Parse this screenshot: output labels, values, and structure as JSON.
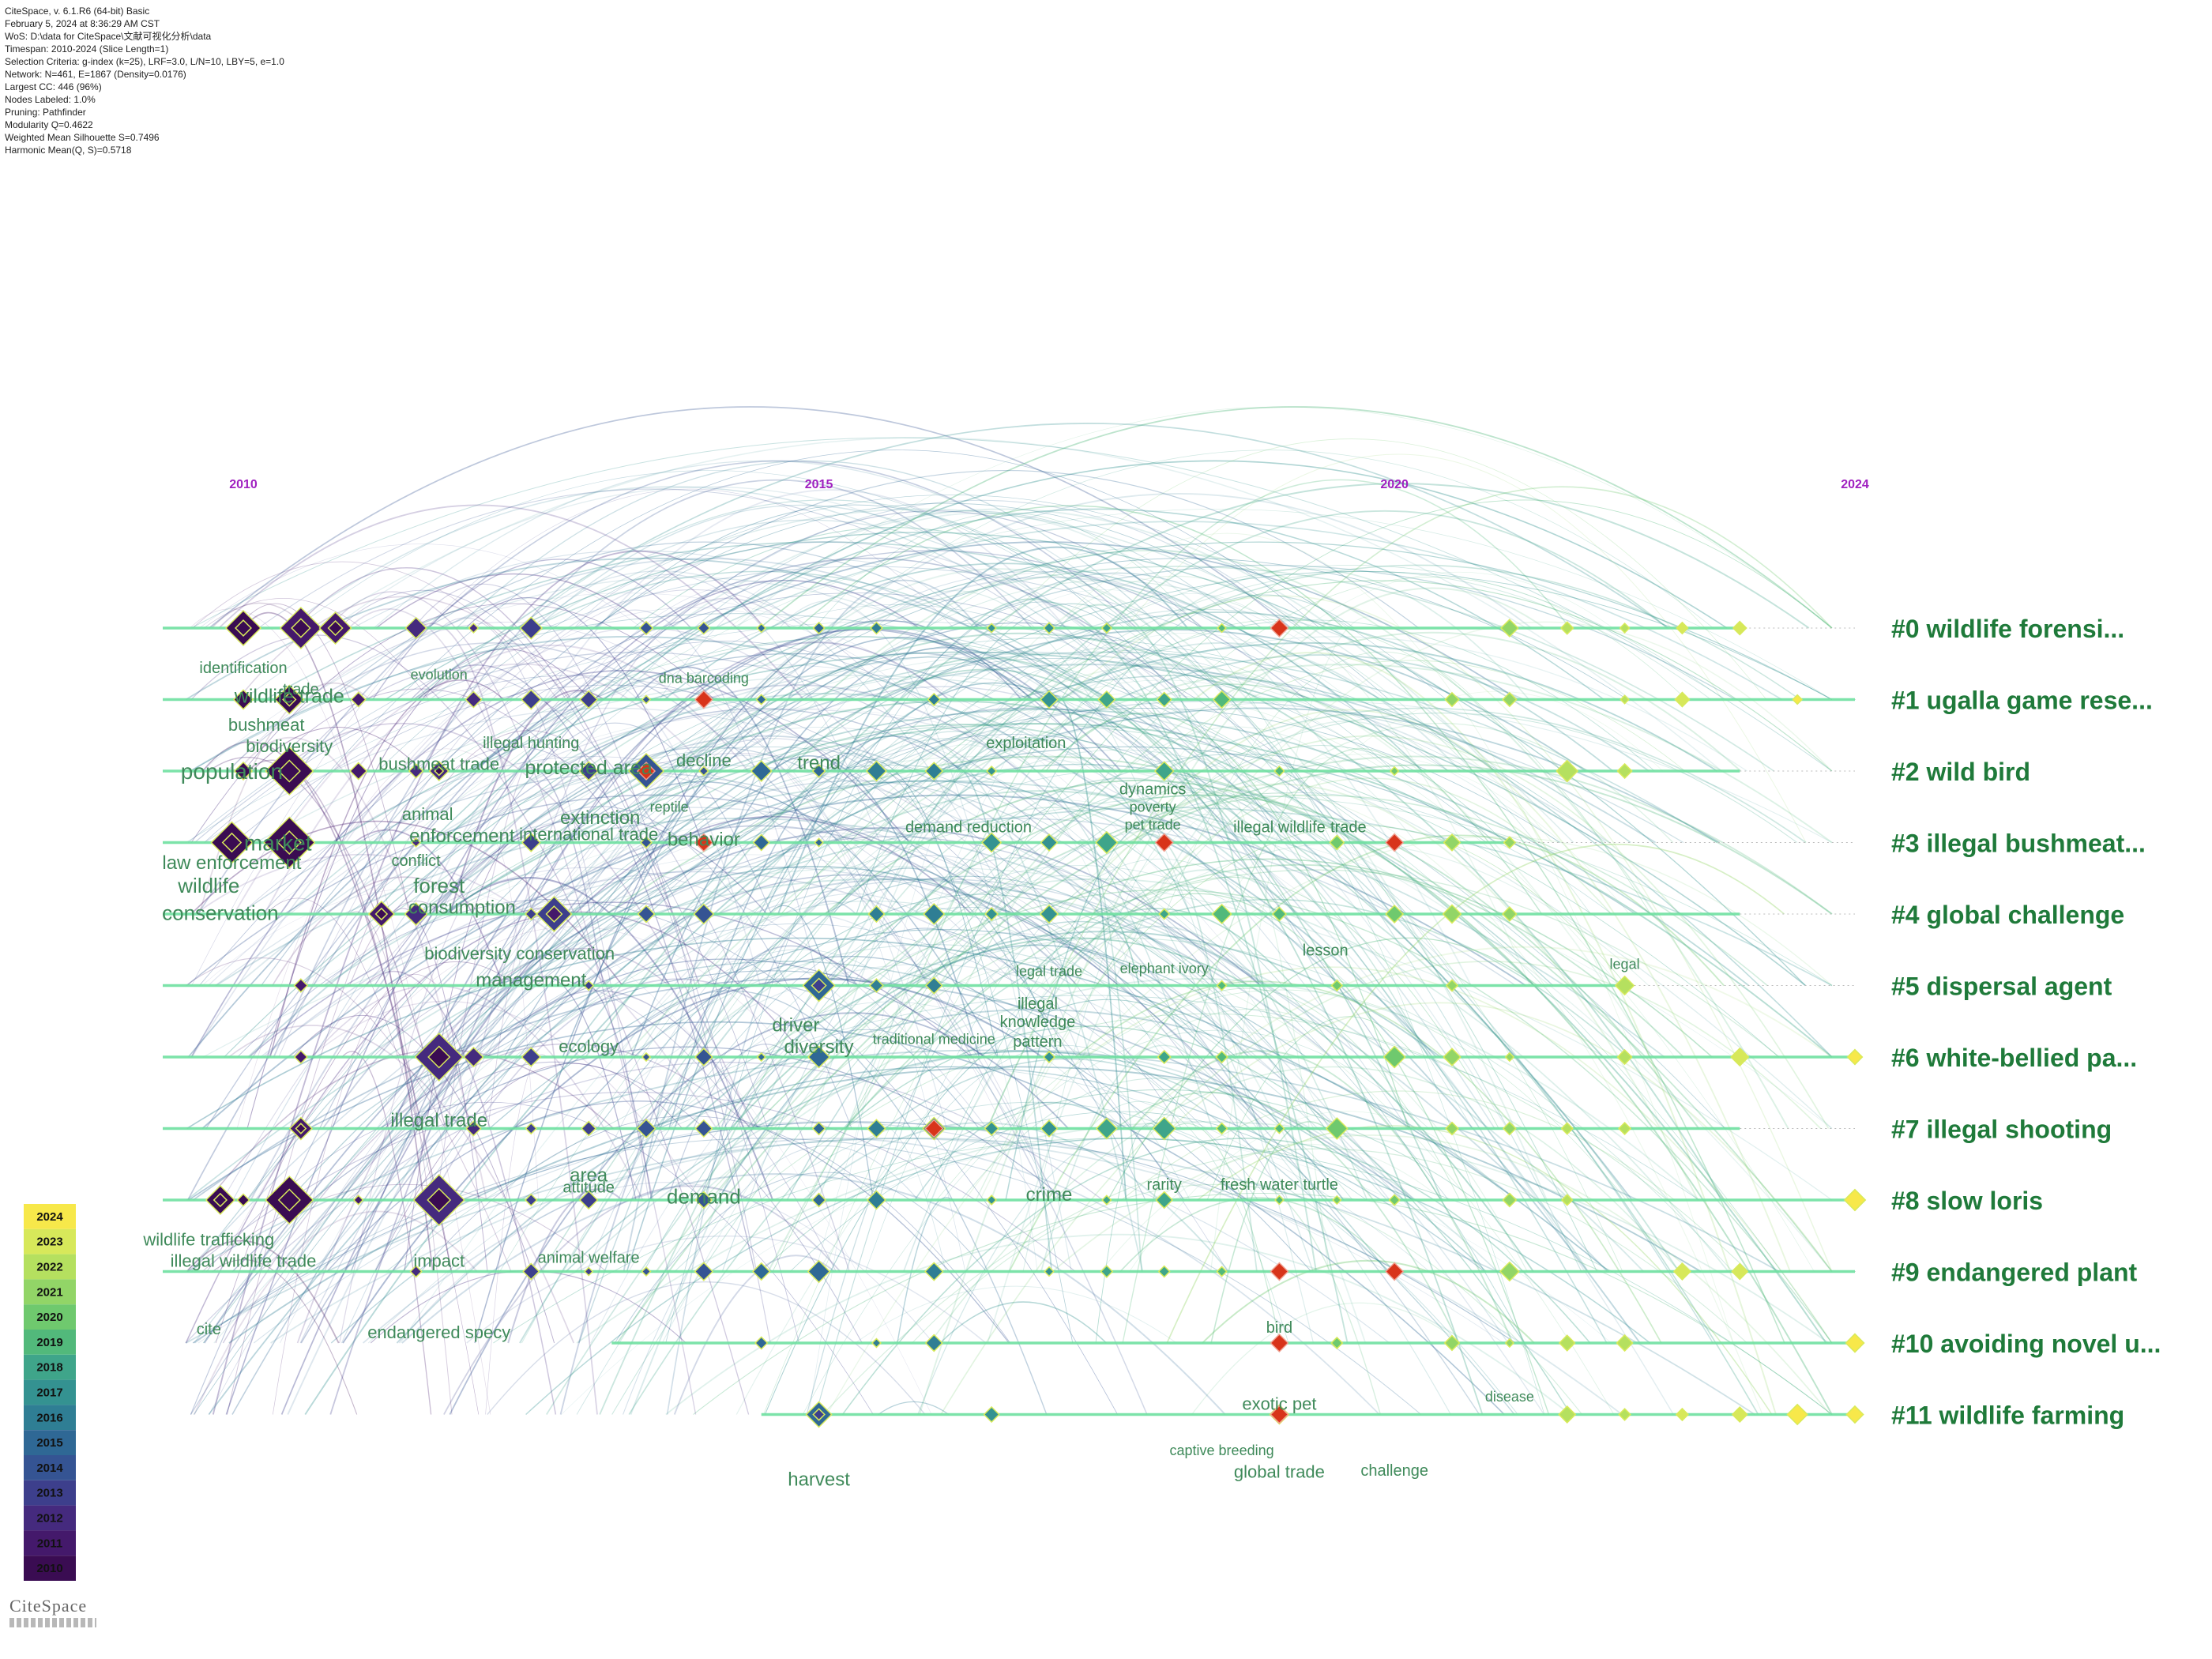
{
  "info_lines": [
    "CiteSpace, v. 6.1.R6 (64-bit) Basic",
    "February 5, 2024 at 8:36:29 AM CST",
    "WoS: D:\\data for CiteSpace\\文献可视化分析\\data",
    "Timespan: 2010-2024 (Slice Length=1)",
    "Selection Criteria: g-index (k=25), LRF=3.0, L/N=10, LBY=5, e=1.0",
    "Network: N=461, E=1867 (Density=0.0176)",
    "Largest CC: 446 (96%)",
    "Nodes Labeled: 1.0%",
    "Pruning: Pathfinder",
    "Modularity Q=0.4622",
    "Weighted Mean Silhouette S=0.7496",
    "Harmonic Mean(Q, S)=0.5718"
  ],
  "years": [
    "2010",
    "2015",
    "2020",
    "2024"
  ],
  "year_axis": [
    2010,
    2024
  ],
  "clusters": [
    {
      "id": "#0",
      "label": "#0 wildlife forensi...",
      "start": 2009.3,
      "end": 2023.0
    },
    {
      "id": "#1",
      "label": "#1 ugalla game rese...",
      "start": 2009.3,
      "end": 2024.0
    },
    {
      "id": "#2",
      "label": "#2 wild bird",
      "start": 2009.3,
      "end": 2023.0
    },
    {
      "id": "#3",
      "label": "#3 illegal bushmeat...",
      "start": 2009.3,
      "end": 2021.0
    },
    {
      "id": "#4",
      "label": "#4 global challenge",
      "start": 2009.3,
      "end": 2023.0
    },
    {
      "id": "#5",
      "label": "#5 dispersal agent",
      "start": 2009.3,
      "end": 2022.0
    },
    {
      "id": "#6",
      "label": "#6 white-bellied pa...",
      "start": 2009.3,
      "end": 2024.0
    },
    {
      "id": "#7",
      "label": "#7 illegal shooting",
      "start": 2009.3,
      "end": 2023.0
    },
    {
      "id": "#8",
      "label": "#8 slow loris",
      "start": 2009.3,
      "end": 2024.0
    },
    {
      "id": "#9",
      "label": "#9 endangered plant",
      "start": 2009.3,
      "end": 2024.0
    },
    {
      "id": "#10",
      "label": "#10 avoiding novel u...",
      "start": 2013.2,
      "end": 2024.0
    },
    {
      "id": "#11",
      "label": "#11 wildlife farming",
      "start": 2014.5,
      "end": 2024.0
    }
  ],
  "keywords": [
    {
      "text": "identification",
      "year": 2010.0,
      "cluster": 0,
      "dy": 0.55,
      "size": 20
    },
    {
      "text": "trade",
      "year": 2010.5,
      "cluster": 0,
      "dy": 0.85,
      "size": 20
    },
    {
      "text": "wildlife trade",
      "year": 2010.4,
      "cluster": 1,
      "dy": -0.05,
      "size": 25
    },
    {
      "text": "evolution",
      "year": 2011.7,
      "cluster": 1,
      "dy": -0.35,
      "size": 18
    },
    {
      "text": "dna barcoding",
      "year": 2014.0,
      "cluster": 1,
      "dy": -0.3,
      "size": 18
    },
    {
      "text": "bushmeat",
      "year": 2010.2,
      "cluster": 1,
      "dy": 0.35,
      "size": 22
    },
    {
      "text": "biodiversity",
      "year": 2010.4,
      "cluster": 1,
      "dy": 0.65,
      "size": 22
    },
    {
      "text": "illegal hunting",
      "year": 2012.5,
      "cluster": 1,
      "dy": 0.6,
      "size": 20
    },
    {
      "text": "exploitation",
      "year": 2016.8,
      "cluster": 1,
      "dy": 0.6,
      "size": 20
    },
    {
      "text": "population",
      "year": 2009.9,
      "cluster": 2,
      "dy": 0.0,
      "size": 28
    },
    {
      "text": "bushmeat trade",
      "year": 2011.7,
      "cluster": 2,
      "dy": -0.1,
      "size": 22
    },
    {
      "text": "protected area",
      "year": 2013.0,
      "cluster": 2,
      "dy": -0.05,
      "size": 25
    },
    {
      "text": "decline",
      "year": 2014.0,
      "cluster": 2,
      "dy": -0.15,
      "size": 22
    },
    {
      "text": "trend",
      "year": 2015.0,
      "cluster": 2,
      "dy": -0.12,
      "size": 24
    },
    {
      "text": "reptile",
      "year": 2013.7,
      "cluster": 2,
      "dy": 0.5,
      "size": 18
    },
    {
      "text": "dynamics",
      "year": 2017.9,
      "cluster": 2,
      "dy": 0.25,
      "size": 20
    },
    {
      "text": "poverty",
      "year": 2017.9,
      "cluster": 2,
      "dy": 0.5,
      "size": 18
    },
    {
      "text": "animal",
      "year": 2011.6,
      "cluster": 2,
      "dy": 0.6,
      "size": 22
    },
    {
      "text": "extinction",
      "year": 2013.1,
      "cluster": 2,
      "dy": 0.65,
      "size": 24
    },
    {
      "text": "market",
      "year": 2010.3,
      "cluster": 3,
      "dy": 0.0,
      "size": 28
    },
    {
      "text": "enforcement",
      "year": 2011.9,
      "cluster": 3,
      "dy": -0.1,
      "size": 24
    },
    {
      "text": "international trade",
      "year": 2013.0,
      "cluster": 3,
      "dy": -0.12,
      "size": 22
    },
    {
      "text": "behavior",
      "year": 2014.0,
      "cluster": 3,
      "dy": -0.05,
      "size": 24
    },
    {
      "text": "demand reduction",
      "year": 2016.3,
      "cluster": 3,
      "dy": -0.22,
      "size": 20
    },
    {
      "text": "pet trade",
      "year": 2017.9,
      "cluster": 3,
      "dy": -0.25,
      "size": 18
    },
    {
      "text": "illegal wildlife",
      "year": 2019.0,
      "cluster": 3,
      "dy": -0.22,
      "size": 20
    },
    {
      "text": "trade",
      "year": 2019.6,
      "cluster": 3,
      "dy": -0.22,
      "size": 20
    },
    {
      "text": "law enforcement",
      "year": 2009.9,
      "cluster": 3,
      "dy": 0.28,
      "size": 24
    },
    {
      "text": "conflict",
      "year": 2011.5,
      "cluster": 3,
      "dy": 0.25,
      "size": 20
    },
    {
      "text": "wildlife",
      "year": 2009.7,
      "cluster": 3,
      "dy": 0.6,
      "size": 26
    },
    {
      "text": "forest",
      "year": 2011.7,
      "cluster": 3,
      "dy": 0.6,
      "size": 26
    },
    {
      "text": "consumption",
      "year": 2011.9,
      "cluster": 3,
      "dy": 0.9,
      "size": 24
    },
    {
      "text": "conservation",
      "year": 2009.8,
      "cluster": 3,
      "dy": 0.98,
      "size": 26
    },
    {
      "text": "biodiversity conservation",
      "year": 2012.4,
      "cluster": 4,
      "dy": 0.55,
      "size": 22
    },
    {
      "text": "lesson",
      "year": 2019.4,
      "cluster": 4,
      "dy": 0.5,
      "size": 20
    },
    {
      "text": "legal",
      "year": 2022.0,
      "cluster": 4,
      "dy": 0.7,
      "size": 18
    },
    {
      "text": "management",
      "year": 2012.5,
      "cluster": 5,
      "dy": -0.08,
      "size": 24
    },
    {
      "text": "legal trade",
      "year": 2017.0,
      "cluster": 5,
      "dy": -0.2,
      "size": 18
    },
    {
      "text": "elephant ivory",
      "year": 2018.0,
      "cluster": 5,
      "dy": -0.24,
      "size": 18
    },
    {
      "text": "illegal",
      "year": 2016.9,
      "cluster": 5,
      "dy": 0.25,
      "size": 20
    },
    {
      "text": "knowledge",
      "year": 2016.9,
      "cluster": 5,
      "dy": 0.5,
      "size": 20
    },
    {
      "text": "driver",
      "year": 2014.8,
      "cluster": 5,
      "dy": 0.55,
      "size": 24
    },
    {
      "text": "pattern",
      "year": 2016.9,
      "cluster": 5,
      "dy": 0.78,
      "size": 20
    },
    {
      "text": "diversity",
      "year": 2015.0,
      "cluster": 5,
      "dy": 0.85,
      "size": 24
    },
    {
      "text": "traditional medicine",
      "year": 2016.0,
      "cluster": 5,
      "dy": 0.75,
      "size": 18
    },
    {
      "text": "ecology",
      "year": 2013.0,
      "cluster": 6,
      "dy": -0.15,
      "size": 22
    },
    {
      "text": "illegal trade",
      "year": 2011.7,
      "cluster": 7,
      "dy": -0.12,
      "size": 24
    },
    {
      "text": "area",
      "year": 2013.0,
      "cluster": 7,
      "dy": 0.65,
      "size": 24
    },
    {
      "text": "attitude",
      "year": 2013.0,
      "cluster": 7,
      "dy": 0.82,
      "size": 20
    },
    {
      "text": "demand",
      "year": 2014.0,
      "cluster": 8,
      "dy": -0.05,
      "size": 26
    },
    {
      "text": "crime",
      "year": 2017.0,
      "cluster": 8,
      "dy": -0.08,
      "size": 24
    },
    {
      "text": "rarity",
      "year": 2018.0,
      "cluster": 8,
      "dy": -0.22,
      "size": 20
    },
    {
      "text": "fresh water turtle",
      "year": 2019.0,
      "cluster": 8,
      "dy": -0.22,
      "size": 20
    },
    {
      "text": "wildlife trafficking",
      "year": 2009.7,
      "cluster": 8,
      "dy": 0.55,
      "size": 22
    },
    {
      "text": "illegal wildlife trade",
      "year": 2010.0,
      "cluster": 8,
      "dy": 0.85,
      "size": 22
    },
    {
      "text": "impact",
      "year": 2011.7,
      "cluster": 8,
      "dy": 0.85,
      "size": 22
    },
    {
      "text": "animal welfare",
      "year": 2013.0,
      "cluster": 9,
      "dy": -0.2,
      "size": 20
    },
    {
      "text": "cite",
      "year": 2009.7,
      "cluster": 9,
      "dy": 0.8,
      "size": 20
    },
    {
      "text": "endangered specy",
      "year": 2011.7,
      "cluster": 9,
      "dy": 0.85,
      "size": 22
    },
    {
      "text": "bird",
      "year": 2019.0,
      "cluster": 10,
      "dy": -0.22,
      "size": 20
    },
    {
      "text": "exotic pet",
      "year": 2019.0,
      "cluster": 11,
      "dy": -0.15,
      "size": 22
    },
    {
      "text": "disease",
      "year": 2021.0,
      "cluster": 11,
      "dy": -0.25,
      "size": 18
    },
    {
      "text": "captive breeding",
      "year": 2018.5,
      "cluster": 11,
      "dy": 0.5,
      "size": 18
    },
    {
      "text": "global trade",
      "year": 2019.0,
      "cluster": 11,
      "dy": 0.8,
      "size": 22
    },
    {
      "text": "challenge",
      "year": 2020.0,
      "cluster": 11,
      "dy": 0.78,
      "size": 20
    },
    {
      "text": "harvest",
      "year": 2015.0,
      "cluster": 11,
      "dy": 0.9,
      "size": 24
    }
  ],
  "legend": {
    "years": [
      "2024",
      "2023",
      "2022",
      "2021",
      "2020",
      "2019",
      "2018",
      "2017",
      "2016",
      "2015",
      "2014",
      "2013",
      "2012",
      "2011",
      "2010"
    ],
    "colors": [
      "#f7e84a",
      "#d7e85a",
      "#b5e05f",
      "#92d567",
      "#6fc96e",
      "#52b97b",
      "#3fa58a",
      "#349291",
      "#2f7e94",
      "#2f6895",
      "#355493",
      "#3d3f8c",
      "#452a7e",
      "#44196b",
      "#3a0c52"
    ]
  },
  "logo": "CiteSpace",
  "colors": {
    "timeline": "#6ee0a0",
    "burst": "#d8341a",
    "cluster_label": "#1f7a3a",
    "year_label": "#a020c0"
  }
}
